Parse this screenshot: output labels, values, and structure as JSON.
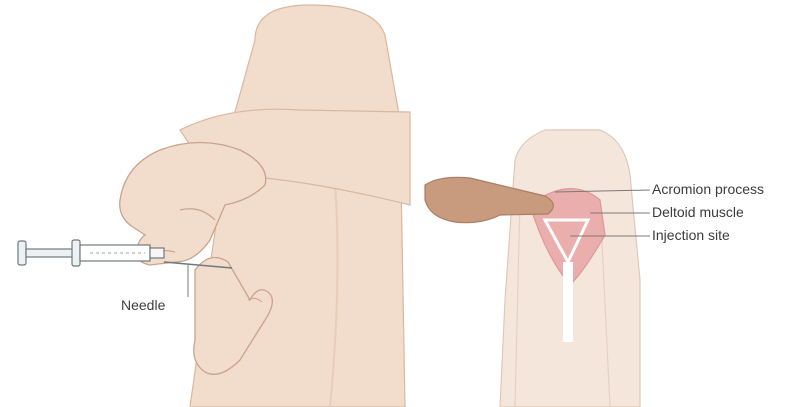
{
  "labels": {
    "needle": "Needle",
    "acromion_process": "Acromion process",
    "deltoid_muscle": "Deltoid muscle",
    "injection_site": "Injection site"
  },
  "colors": {
    "skin": "#f2dccb",
    "skin_shadow": "#e6c6b0",
    "outline": "#c9a48d",
    "glove_hand": "#c89b7e",
    "deltoid": "#e9aaa8",
    "deltoid_dark": "#dd8f8e",
    "syringe_outline": "#6d7a80",
    "leader_line": "#7a7a7a",
    "label_text": "#3c3c3c"
  }
}
